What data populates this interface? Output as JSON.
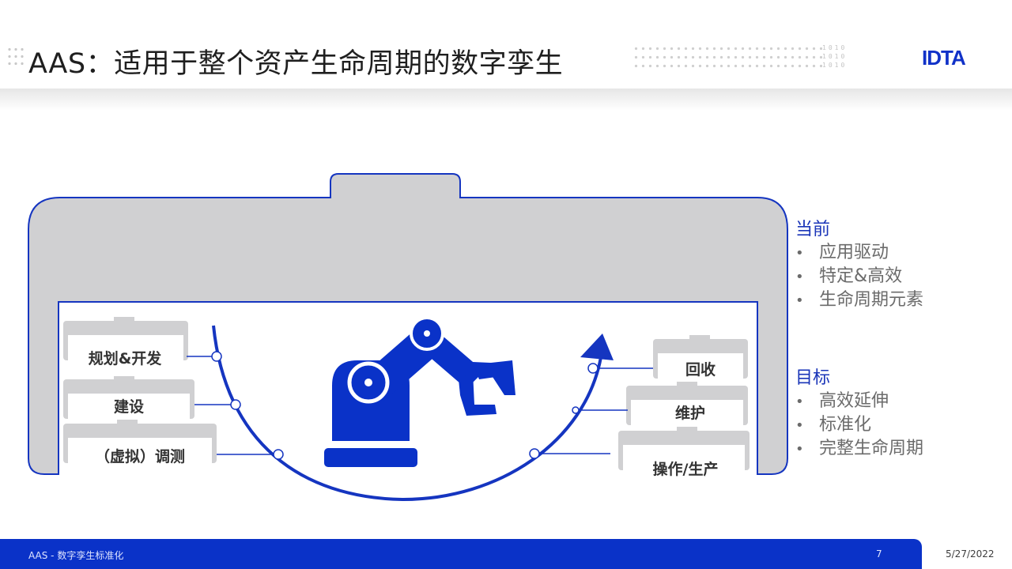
{
  "header": {
    "title": "AAS：适用于整个资产生命周期的数字孪生",
    "logo": "IDTA",
    "binary_lines": [
      "1010",
      "1010",
      "1010"
    ]
  },
  "phases_left": [
    {
      "label": "规划&开发"
    },
    {
      "label": "建设"
    },
    {
      "label": "（虚拟）调测"
    }
  ],
  "phases_right": [
    {
      "label": "回收"
    },
    {
      "label": "维护"
    },
    {
      "label": "操作/生产"
    }
  ],
  "sidebar": {
    "current_heading": "当前",
    "current_items": [
      "应用驱动",
      "特定&高效",
      "生命周期元素"
    ],
    "target_heading": "目标",
    "target_items": [
      "高效延伸",
      "标准化",
      "完整生命周期"
    ]
  },
  "footer": {
    "left_text": "AAS - 数字孪生标准化",
    "page_number": "7",
    "date": "5/27/2022"
  },
  "colors": {
    "brand_blue": "#0a32c8",
    "panel_gray": "#d0d0d2",
    "heading_blue": "#1a35b8"
  }
}
